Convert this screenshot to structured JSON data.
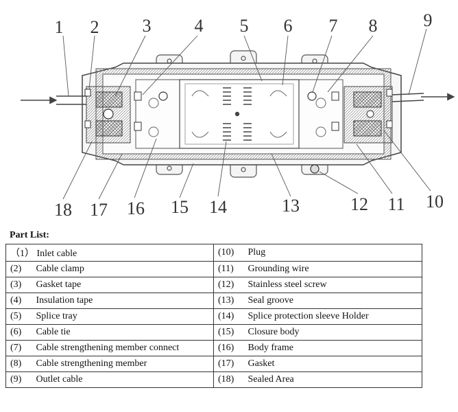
{
  "diagram": {
    "callouts": [
      "1",
      "2",
      "3",
      "4",
      "5",
      "6",
      "7",
      "8",
      "9",
      "10",
      "11",
      "12",
      "13",
      "14",
      "15",
      "16",
      "17",
      "18"
    ]
  },
  "part_list": {
    "title": "Part List:",
    "rows": [
      {
        "left_num": "（1）",
        "left_label": "Inlet cable",
        "right_num": "(10)",
        "right_label": "Plug"
      },
      {
        "left_num": "(2)",
        "left_label": "Cable clamp",
        "right_num": "(11)",
        "right_label": "Grounding wire"
      },
      {
        "left_num": "(3)",
        "left_label": "Gasket tape",
        "right_num": "(12)",
        "right_label": "Stainless steel screw"
      },
      {
        "left_num": "(4)",
        "left_label": "Insulation tape",
        "right_num": "(13)",
        "right_label": "Seal groove"
      },
      {
        "left_num": "(5)",
        "left_label": "Splice tray",
        "right_num": "(14)",
        "right_label": "Splice protection sleeve Holder"
      },
      {
        "left_num": "(6)",
        "left_label": "Cable tie",
        "right_num": "(15)",
        "right_label": "Closure body"
      },
      {
        "left_num": "(7)",
        "left_label": "Cable strengthening member connect",
        "right_num": "(16)",
        "right_label": "Body frame"
      },
      {
        "left_num": "(8)",
        "left_label": "Cable strengthening member",
        "right_num": "(17)",
        "right_label": "Gasket"
      },
      {
        "left_num": "(9)",
        "left_label": "Outlet cable",
        "right_num": "(18)",
        "right_label": "Sealed Area"
      }
    ]
  }
}
